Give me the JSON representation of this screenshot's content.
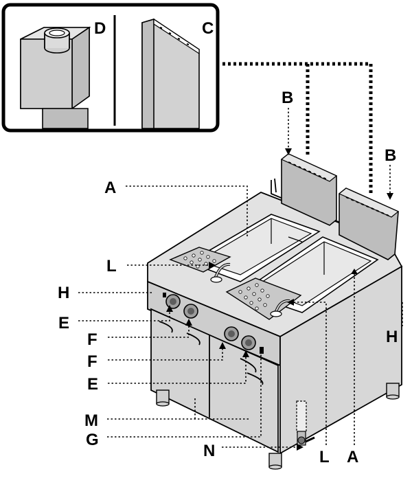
{
  "inset": {
    "labels": {
      "left": "D",
      "right": "C"
    }
  },
  "labels": {
    "B_left": "B",
    "B_right": "B",
    "A_top": "A",
    "L_left": "L",
    "H_left": "H",
    "H_right": "H",
    "E_top": "E",
    "F_top": "F",
    "F_bottom": "F",
    "E_bottom": "E",
    "M": "M",
    "G": "G",
    "N": "N",
    "L_bottom": "L",
    "A_bottom": "A"
  },
  "colors": {
    "outline": "#000000",
    "panel": "#d9d9d9",
    "panel_dark": "#bfbfbf",
    "panel_light": "#ededed",
    "background": "#ffffff"
  }
}
